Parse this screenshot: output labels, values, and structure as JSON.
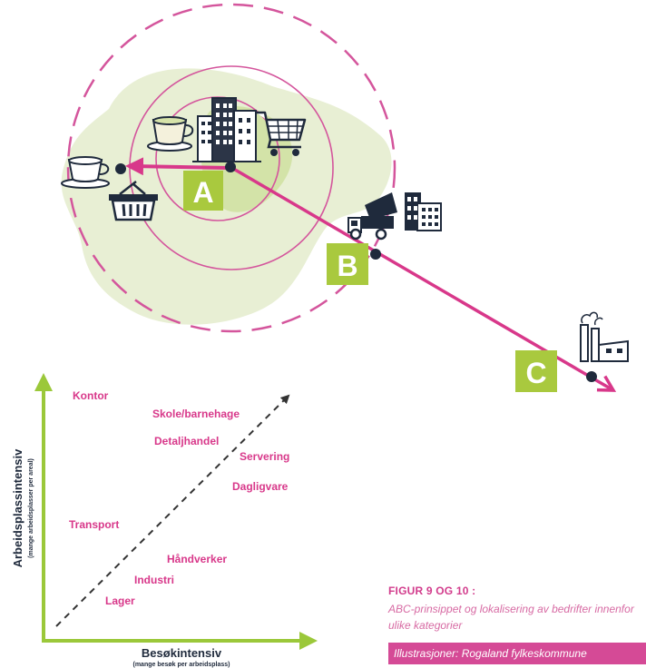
{
  "zones": [
    {
      "letter": "A"
    },
    {
      "letter": "B"
    },
    {
      "letter": "C"
    }
  ],
  "chart": {
    "ylabel": "Arbeidsplassintensiv",
    "ylabel_sub": "(mange arbeidsplasser per areal)",
    "xlabel": "Besøkintensiv",
    "xlabel_sub": "(mange besøk per arbeidsplass)",
    "categories": [
      {
        "label": "Kontor"
      },
      {
        "label": "Skole/barnehage"
      },
      {
        "label": "Detaljhandel"
      },
      {
        "label": "Servering"
      },
      {
        "label": "Dagligvare"
      },
      {
        "label": "Transport"
      },
      {
        "label": "Håndverker"
      },
      {
        "label": "Industri"
      },
      {
        "label": "Lager"
      }
    ]
  },
  "caption": {
    "title": "FIGUR 9 OG 10 :",
    "subtitle": "ABC-prinsippet og lokalisering av bedrifter innenfor ulike kategorier",
    "credit": "Illustrasjoner: Rogaland fylkeskommune"
  },
  "colors": {
    "magenta": "#d8388a",
    "ring": "#d4559c",
    "green_box": "#a9c93e",
    "blob": "#e8efd4",
    "blob_inner": "#cfe0a0",
    "axis_green": "#9bc83a",
    "dark": "#1f2a3c"
  },
  "icons": [
    "coffee-cup-icon",
    "shopping-basket-icon",
    "office-buildings-icon",
    "shopping-cart-icon",
    "dump-truck-icon",
    "factory-icon"
  ]
}
